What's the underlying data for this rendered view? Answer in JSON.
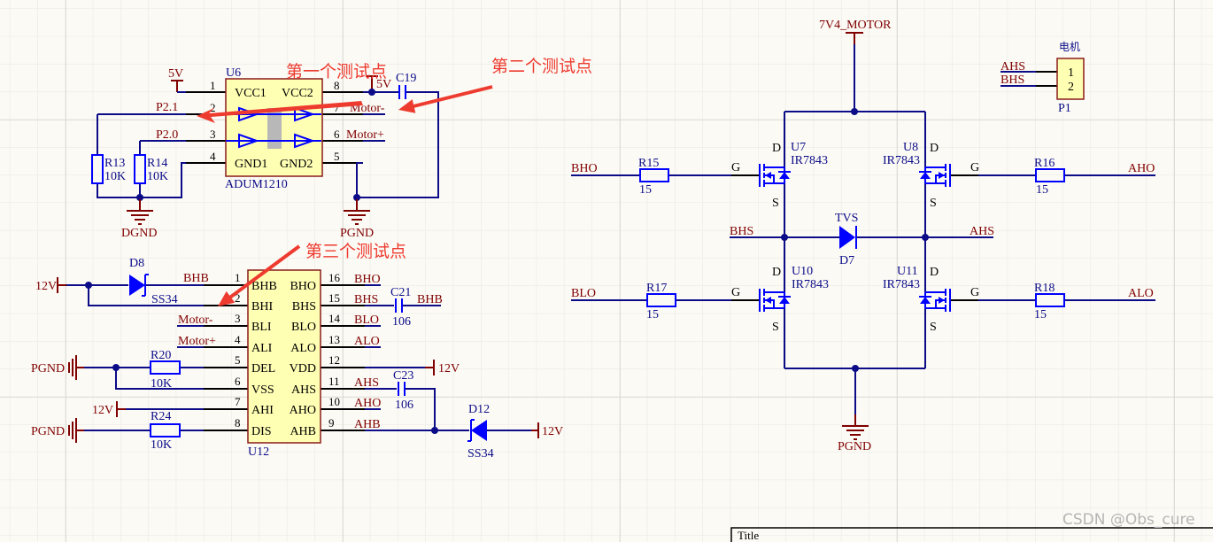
{
  "colors": {
    "wire": "#0c0c88",
    "net_label": "#800000",
    "component": "#0000ff",
    "ic_fill": "#ffffb4",
    "annotation": "#ee3b2f",
    "background": "#fbfaf5"
  },
  "annotations": {
    "tp1": "第一个测试点",
    "tp2": "第二个测试点",
    "tp3": "第三个测试点"
  },
  "u6": {
    "ref": "U6",
    "part": "ADUM1210",
    "pins": {
      "p1": "1",
      "p2": "2",
      "p3": "3",
      "p4": "4",
      "p5": "5",
      "p6": "6",
      "p7": "7",
      "p8": "8"
    },
    "names": {
      "vcc1": "VCC1",
      "vcc2": "VCC2",
      "gnd1": "GND1",
      "gnd2": "GND2"
    },
    "nets": {
      "v5": "5V",
      "v5b": "5V",
      "p21": "P2.1",
      "p20": "P2.0",
      "motor_minus": "Motor-",
      "motor_plus": "Motor+",
      "dgnd": "DGND",
      "pgnd": "PGND"
    },
    "r13": {
      "ref": "R13",
      "value": "10K"
    },
    "r14": {
      "ref": "R14",
      "value": "10K"
    },
    "c19": {
      "ref": "C19"
    }
  },
  "u12": {
    "ref": "U12",
    "left_pins": [
      {
        "num": "1",
        "name": "BHB"
      },
      {
        "num": "2",
        "name": "BHI"
      },
      {
        "num": "3",
        "name": "BLI"
      },
      {
        "num": "4",
        "name": "ALI"
      },
      {
        "num": "5",
        "name": "DEL"
      },
      {
        "num": "6",
        "name": "VSS"
      },
      {
        "num": "7",
        "name": "AHI"
      },
      {
        "num": "8",
        "name": "DIS"
      }
    ],
    "right_pins": [
      {
        "num": "16",
        "name": "BHO"
      },
      {
        "num": "15",
        "name": "BHS"
      },
      {
        "num": "14",
        "name": "BLO"
      },
      {
        "num": "13",
        "name": "ALO"
      },
      {
        "num": "12",
        "name": "VDD"
      },
      {
        "num": "11",
        "name": "AHS"
      },
      {
        "num": "10",
        "name": "AHO"
      },
      {
        "num": "9",
        "name": "AHB"
      }
    ],
    "nets": {
      "v12a": "12V",
      "v12b": "12V",
      "v12c": "12V",
      "v12d": "12V",
      "bhb": "BHB",
      "bhb2": "BHB",
      "motor_minus": "Motor-",
      "motor_plus": "Motor+",
      "pgnd1": "PGND",
      "pgnd2": "PGND",
      "bho": "BHO",
      "bhs": "BHS",
      "blo": "BLO",
      "alo": "ALO",
      "ahs": "AHS",
      "aho": "AHO",
      "ahb": "AHB"
    },
    "d8": {
      "ref": "D8",
      "value": "SS34"
    },
    "d12": {
      "ref": "D12",
      "value": "SS34"
    },
    "r20": {
      "ref": "R20",
      "value": "10K"
    },
    "r24": {
      "ref": "R24",
      "value": "10K"
    },
    "c21": {
      "ref": "C21",
      "value": "106"
    },
    "c23": {
      "ref": "C23",
      "value": "106"
    }
  },
  "bridge": {
    "supply": "7V4_MOTOR",
    "pgnd": "PGND",
    "u7": {
      "ref": "U7",
      "part": "IR7843"
    },
    "u8": {
      "ref": "U8",
      "part": "IR7843"
    },
    "u10": {
      "ref": "U10",
      "part": "IR7843"
    },
    "u11": {
      "ref": "U11",
      "part": "IR7843"
    },
    "pin_d": "D",
    "pin_g": "G",
    "pin_s": "S",
    "r15": {
      "ref": "R15",
      "value": "15"
    },
    "r16": {
      "ref": "R16",
      "value": "15"
    },
    "r17": {
      "ref": "R17",
      "value": "15"
    },
    "r18": {
      "ref": "R18",
      "value": "15"
    },
    "d7": {
      "ref": "D7",
      "value": "TVS"
    },
    "nets": {
      "bho": "BHO",
      "aho": "AHO",
      "bhs": "BHS",
      "ahs": "AHS",
      "blo": "BLO",
      "alo": "ALO"
    }
  },
  "p1": {
    "ref": "P1",
    "title": "电机",
    "pin1": "1",
    "pin2": "2",
    "net1": "AHS",
    "net2": "BHS"
  },
  "title_block": {
    "label": "Title"
  },
  "watermark": "CSDN @Obs_cure"
}
